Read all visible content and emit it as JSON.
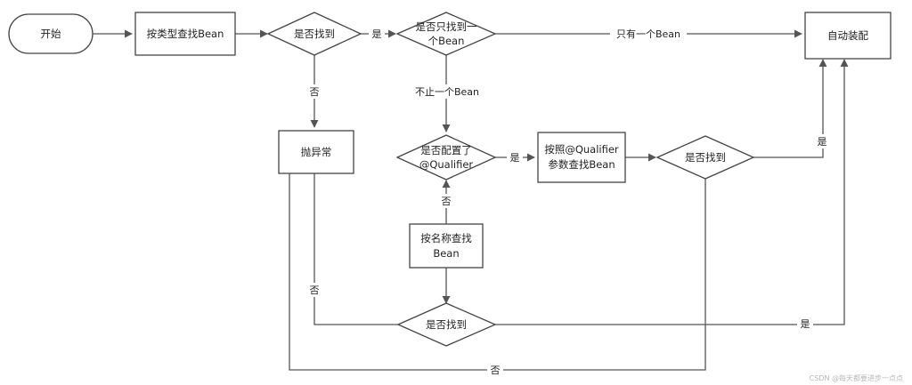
{
  "nodes": {
    "start": "开始",
    "find_by_type": "按类型查找Bean",
    "found_1": "是否找到",
    "only_one_line1": "是否只找到一",
    "only_one_line2": "个Bean",
    "throw": "抛异常",
    "qualifier_line1": "是否配置了",
    "qualifier_line2": "@Qualifier",
    "by_qualifier_line1": "按照@Qualifier",
    "by_qualifier_line2": "参数查找Bean",
    "found_2": "是否找到",
    "by_name_line1": "按名称查找",
    "by_name_line2": "Bean",
    "found_3": "是否找到",
    "autowire": "自动装配"
  },
  "edge_labels": {
    "yes_1": "是",
    "only_one": "只有一个Bean",
    "no_1": "否",
    "more_than_one": "不止一个Bean",
    "yes_2": "是",
    "no_2": "否",
    "yes_3": "是",
    "no_3": "否",
    "yes_4": "是",
    "no_4": "否"
  },
  "watermark": "CSDN @每天都要进步一点点"
}
